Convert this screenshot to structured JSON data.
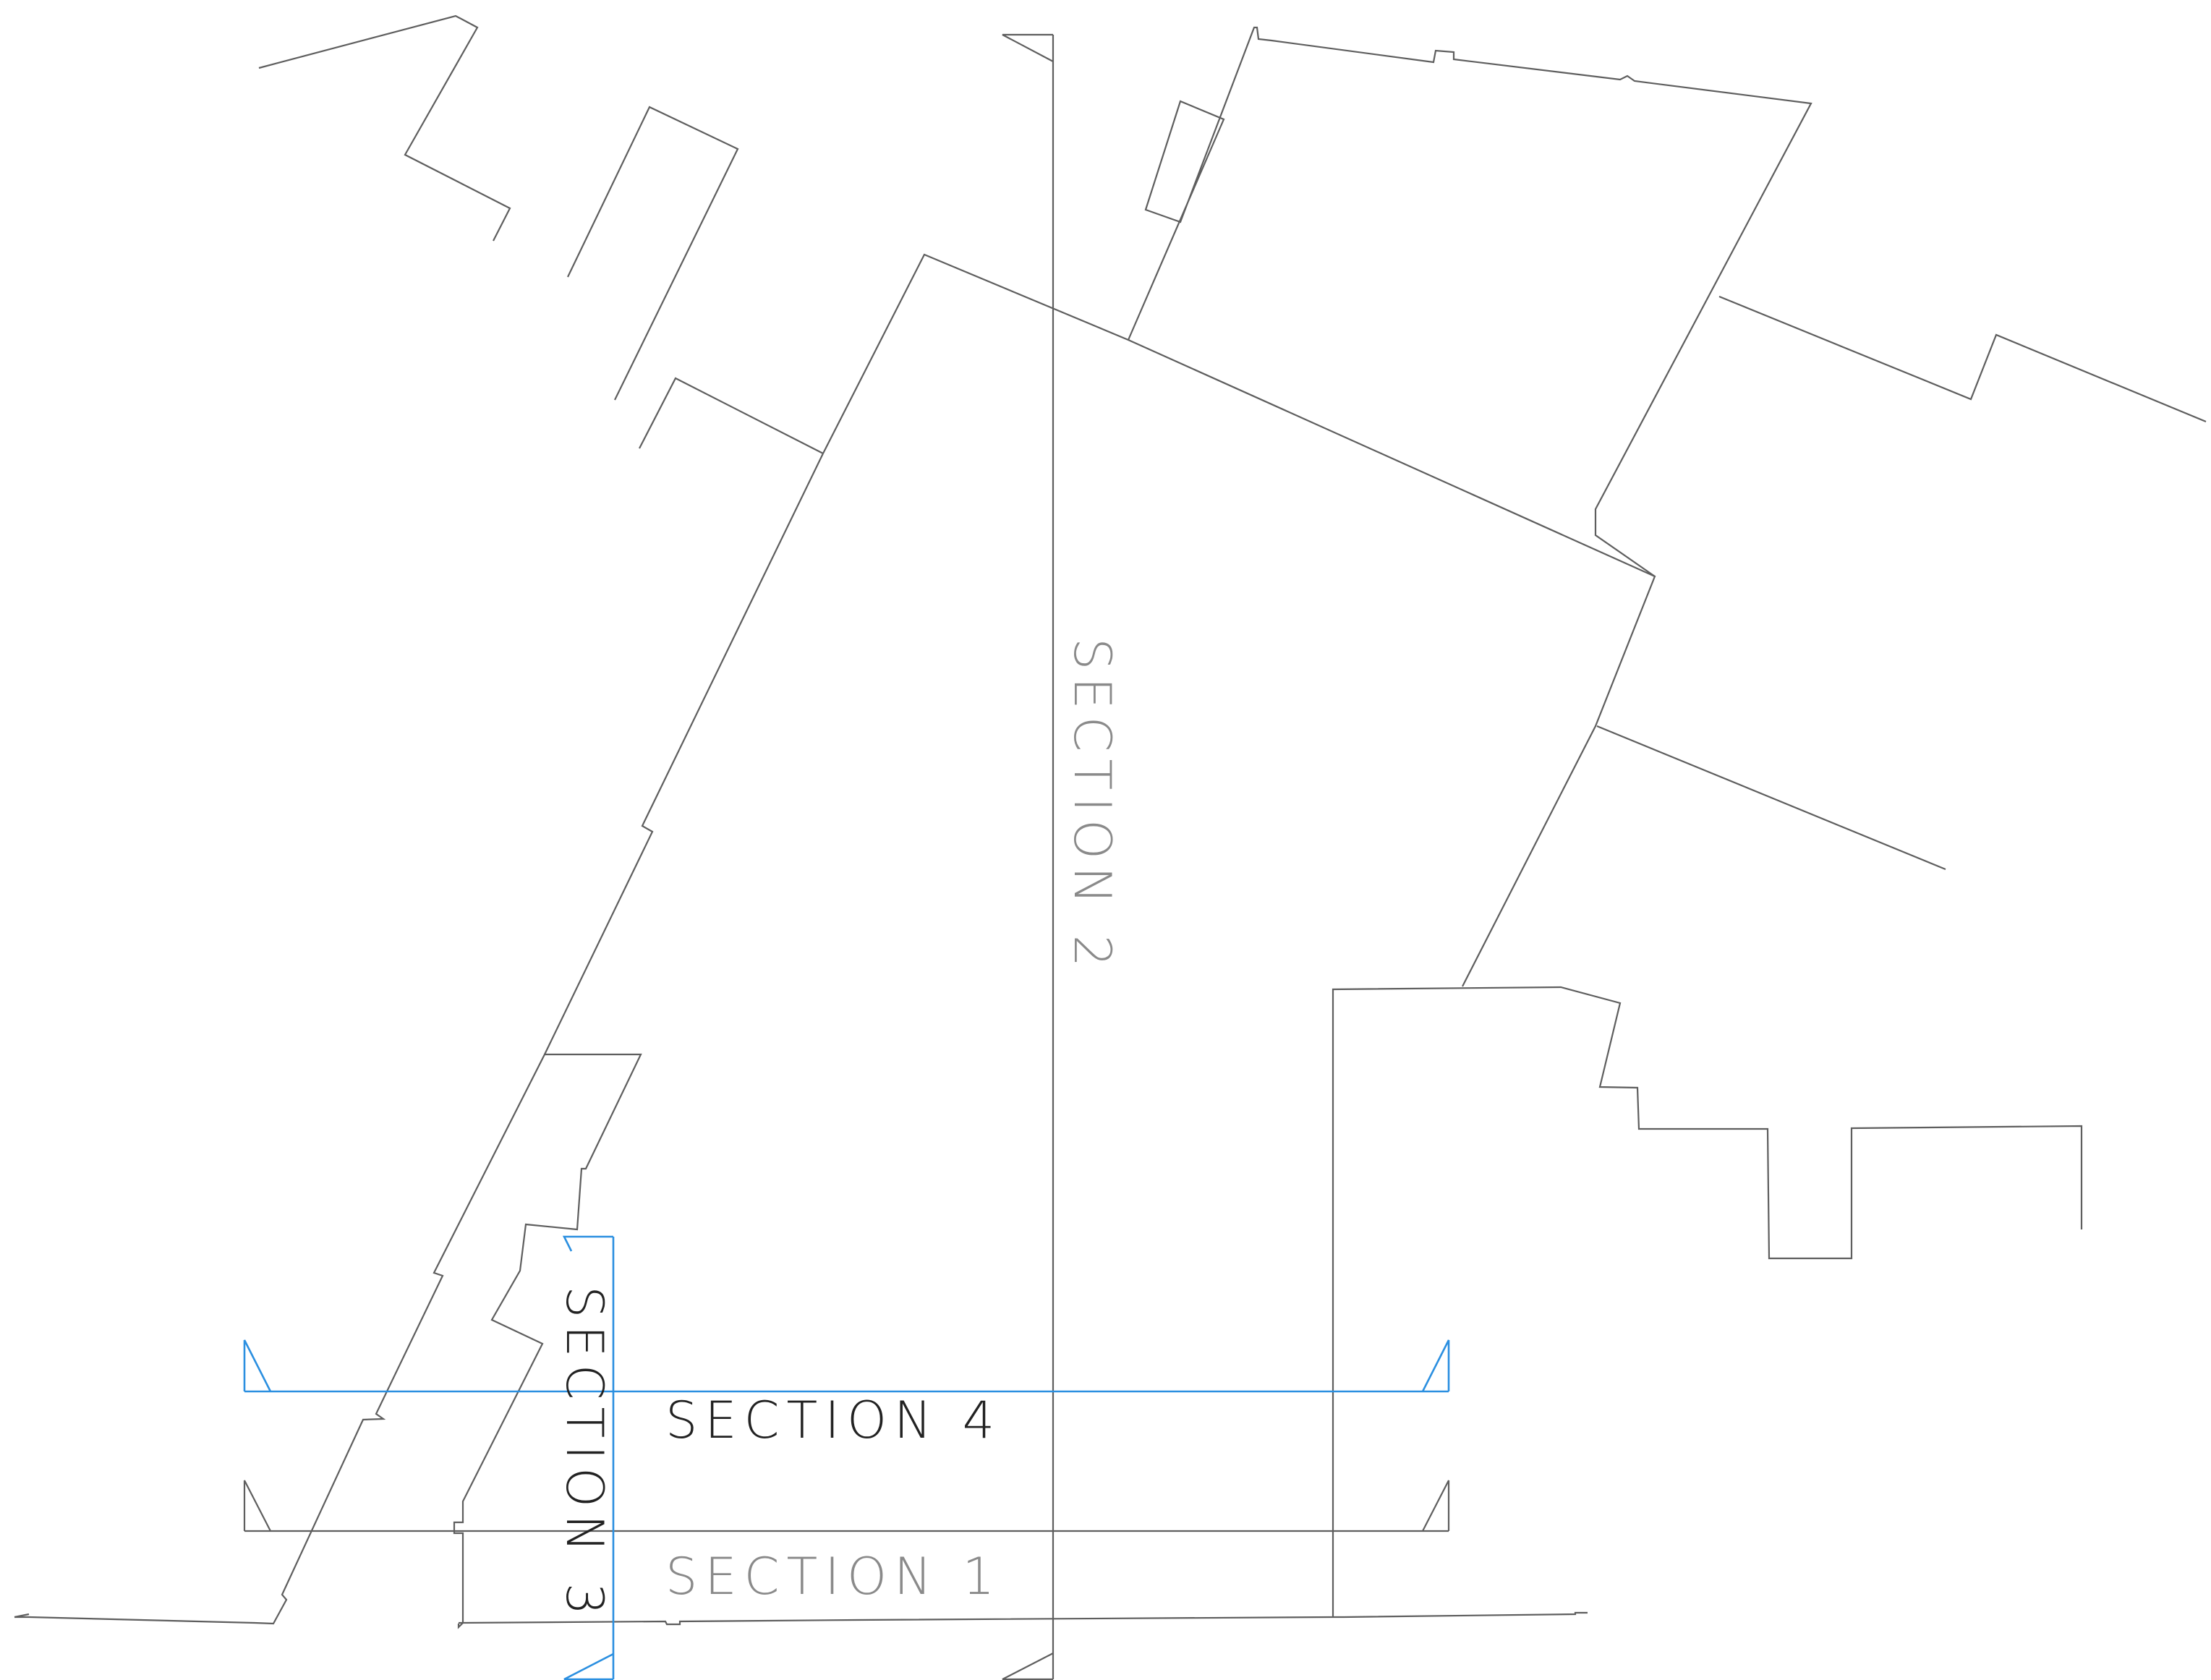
{
  "labels": {
    "section_1": "SECTION  1",
    "section_2": "SECTION  2",
    "section_3": "SECTION  3",
    "section_4": "SECTION  4"
  },
  "colors": {
    "existing_linework": "#5e5e5e",
    "new_section_lines": "#2b8fe0",
    "label_gray": "#8a8a8a",
    "label_black": "#222222"
  }
}
